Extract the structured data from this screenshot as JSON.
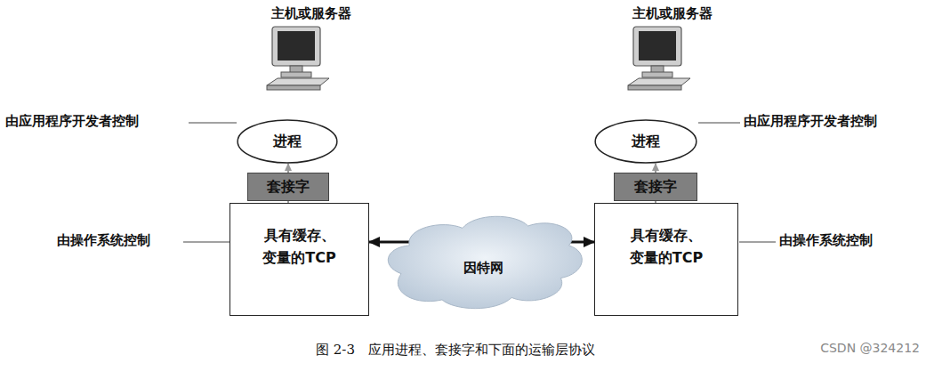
{
  "diagram": {
    "caption": "图 2-3　应用进程、套接字和下面的运输层协议",
    "nodes": [
      {
        "text": [
          "进程"
        ]
      },
      {
        "text": [
          "套接字"
        ]
      },
      {
        "text": [
          "具有缓存、变量的TCP"
        ]
      },
      {
        "text": [
          "因特网"
        ]
      },
      {
        "text": [
          "进程"
        ]
      },
      {
        "text": [
          "套接字"
        ]
      },
      {
        "text": [
          "具有缓存、变量的TCP"
        ]
      }
    ],
    "edges": [
      {
        "from": 1,
        "to": 0,
        "arrow": "to"
      },
      {
        "from": 1,
        "to": 2,
        "arrow": "to"
      },
      {
        "from": 2,
        "to": 6,
        "arrow": "both"
      },
      {
        "from": 5,
        "to": 4,
        "arrow": "to"
      },
      {
        "from": 5,
        "to": 6,
        "arrow": "to"
      }
    ],
    "labels": [
      "主机或服务器",
      "主机或服务器",
      "由应用程序开发者控制",
      "由应用程序开发者控制",
      "由操作系统控制",
      "由操作系统控制",
      "CSDN @324212"
    ]
  }
}
